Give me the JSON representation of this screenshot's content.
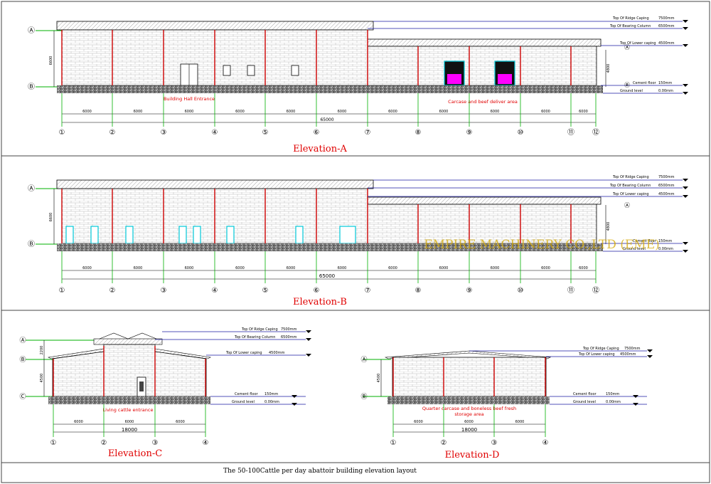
{
  "page": {
    "title": "The 50-100Cattle per day abattoir building elevation layout",
    "watermark": "EMPIRE MACHINERY CO.,LTD (EME)"
  },
  "colors": {
    "brick": "#c4c4c4",
    "column": "#cc0000",
    "level_line": "#1a1aa0",
    "grid_line": "#00b000",
    "door_cyan": "#00c8d8",
    "truck": "#ff00ff",
    "watermark": "#d4a800",
    "red_text": "#e00000"
  },
  "elevation_a": {
    "title": "Elevation-A",
    "axis_labels": [
      "①",
      "②",
      "③",
      "④",
      "⑤",
      "⑥",
      "⑦",
      "⑧",
      "⑨",
      "⑩",
      "⑪",
      "⑫"
    ],
    "row_labels": [
      "Ⓐ",
      "Ⓑ"
    ],
    "dims": [
      "6000",
      "6000",
      "6000",
      "6000",
      "6000",
      "6000",
      "6000",
      "6000",
      "6000",
      "6000",
      "6000"
    ],
    "total": "65000",
    "height_dims": [
      "6600",
      "4800"
    ],
    "annotations": [
      "Building Hall Entrance",
      "Carcase and beef deliver area"
    ],
    "levels": [
      {
        "label": "Top Of Ridge Caping",
        "value": "7500mm"
      },
      {
        "label": "Top Of Bearing Column",
        "value": "6500mm"
      },
      {
        "label": "Top Of Lower caping",
        "value": "4500mm"
      },
      {
        "label": "Cement floor",
        "value": "150mm"
      },
      {
        "label": "Ground level",
        "value": "0.00mm"
      }
    ]
  },
  "elevation_b": {
    "title": "Elevation-B",
    "axis_labels": [
      "①",
      "②",
      "③",
      "④",
      "⑤",
      "⑥",
      "⑦",
      "⑧",
      "⑨",
      "⑩",
      "⑪",
      "⑫"
    ],
    "row_labels": [
      "Ⓐ",
      "Ⓑ"
    ],
    "dims": [
      "6000",
      "6000",
      "6000",
      "6000",
      "6000",
      "6000",
      "6000",
      "6000",
      "6000",
      "6000",
      "6000"
    ],
    "total": "65000",
    "height_dims": [
      "6600",
      "4800"
    ],
    "levels": [
      {
        "label": "Top Of Ridge Caping",
        "value": "7500mm"
      },
      {
        "label": "Top Of Bearing Column",
        "value": "6500mm"
      },
      {
        "label": "Top Of Lower caping",
        "value": "4500mm"
      },
      {
        "label": "Cement floor",
        "value": "150mm"
      },
      {
        "label": "Ground level",
        "value": "0.00mm"
      }
    ]
  },
  "elevation_c": {
    "title": "Elevation-C",
    "axis_labels": [
      "①",
      "②",
      "③",
      "④"
    ],
    "row_labels": [
      "Ⓐ",
      "Ⓑ",
      "Ⓒ"
    ],
    "dims": [
      "6000",
      "6000",
      "6000"
    ],
    "total": "18000",
    "height_dims": [
      "2200",
      "4500"
    ],
    "annotation": "Living cattle entrance",
    "levels": [
      {
        "label": "Top Of Ridge Caping",
        "value": "7500mm"
      },
      {
        "label": "Top Of Bearing Column",
        "value": "6500mm"
      },
      {
        "label": "Top Of Lower caping",
        "value": "4500mm"
      },
      {
        "label": "Cement floor",
        "value": "150mm"
      },
      {
        "label": "Ground level",
        "value": "0.00mm"
      }
    ]
  },
  "elevation_d": {
    "title": "Elevation-D",
    "axis_labels": [
      "①",
      "②",
      "③",
      "④"
    ],
    "row_labels": [
      "Ⓐ",
      "Ⓑ"
    ],
    "dims": [
      "6000",
      "6000",
      "6000"
    ],
    "total": "18000",
    "height_dims": [
      "4500"
    ],
    "annotation": "Quarter carcase and boneless beef fresh storage area",
    "levels": [
      {
        "label": "Top Of Ridge Caping",
        "value": "7500mm"
      },
      {
        "label": "Top Of Lower caping",
        "value": "4500mm"
      },
      {
        "label": "Cement floor",
        "value": "150mm"
      },
      {
        "label": "Ground level",
        "value": "0.00mm"
      }
    ]
  }
}
